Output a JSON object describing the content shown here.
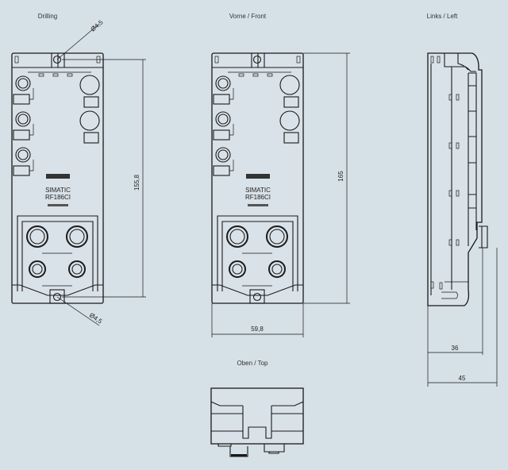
{
  "views": {
    "drilling": "Drilling",
    "front": "Vorne / Front",
    "left": "Links / Left",
    "top": "Oben / Top"
  },
  "dimensions": {
    "hole_top": "Ø4,5",
    "hole_bottom": "Ø4,5",
    "drill_height": "155,8",
    "height": "165",
    "width": "59,8",
    "depth_body": "36",
    "depth_total": "45"
  },
  "device": {
    "brand": "SIMATIC",
    "model": "RF186CI"
  },
  "colors": {
    "background": "#d6e0e7",
    "line": "#1a1a1a"
  }
}
